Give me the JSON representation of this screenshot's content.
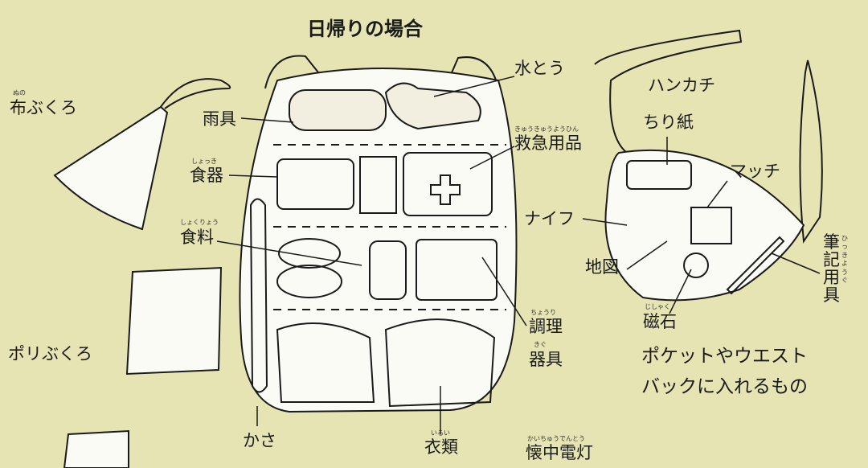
{
  "title": "日帰りの場合",
  "left_items": {
    "cloth_bag": {
      "label": "布ぶくろ",
      "ruby": "ぬの"
    },
    "plastic_bag": {
      "label": "ポリぶくろ"
    }
  },
  "backpack_labels": {
    "rain_gear": {
      "label": "雨具"
    },
    "water_bottle": {
      "label": "水とう"
    },
    "first_aid": {
      "label": "救急用品",
      "ruby": "きゅうきゅうようひん"
    },
    "dishes": {
      "label": "食器",
      "ruby": "しょっき"
    },
    "food": {
      "label": "食料",
      "ruby": "しょくりょう"
    },
    "cooking_tools_1": {
      "label": "調理",
      "ruby": "ちょうり"
    },
    "cooking_tools_2": {
      "label": "器具",
      "ruby": "きぐ"
    },
    "umbrella": {
      "label": "かさ"
    },
    "clothes": {
      "label": "衣類",
      "ruby": "いるい"
    },
    "flashlight": {
      "label": "懐中電灯",
      "ruby": "かいちゅうでんとう"
    }
  },
  "waist_pack_labels": {
    "handkerchief": {
      "label": "ハンカチ"
    },
    "tissue": {
      "label": "ちり紙"
    },
    "matches": {
      "label": "マッチ"
    },
    "knife": {
      "label": "ナイフ"
    },
    "map": {
      "label": "地図"
    },
    "stationery": {
      "label": "筆記用具",
      "ruby": "ひっきようぐ"
    },
    "compass": {
      "label": "磁石",
      "ruby": "じしゃく"
    }
  },
  "caption": {
    "line1": "ポケットやウエスト",
    "line2": "バックに入れるもの"
  },
  "colors": {
    "paper": "#e6e4b3",
    "ink": "#1a1a1a",
    "fill": "#fbfbf5"
  }
}
